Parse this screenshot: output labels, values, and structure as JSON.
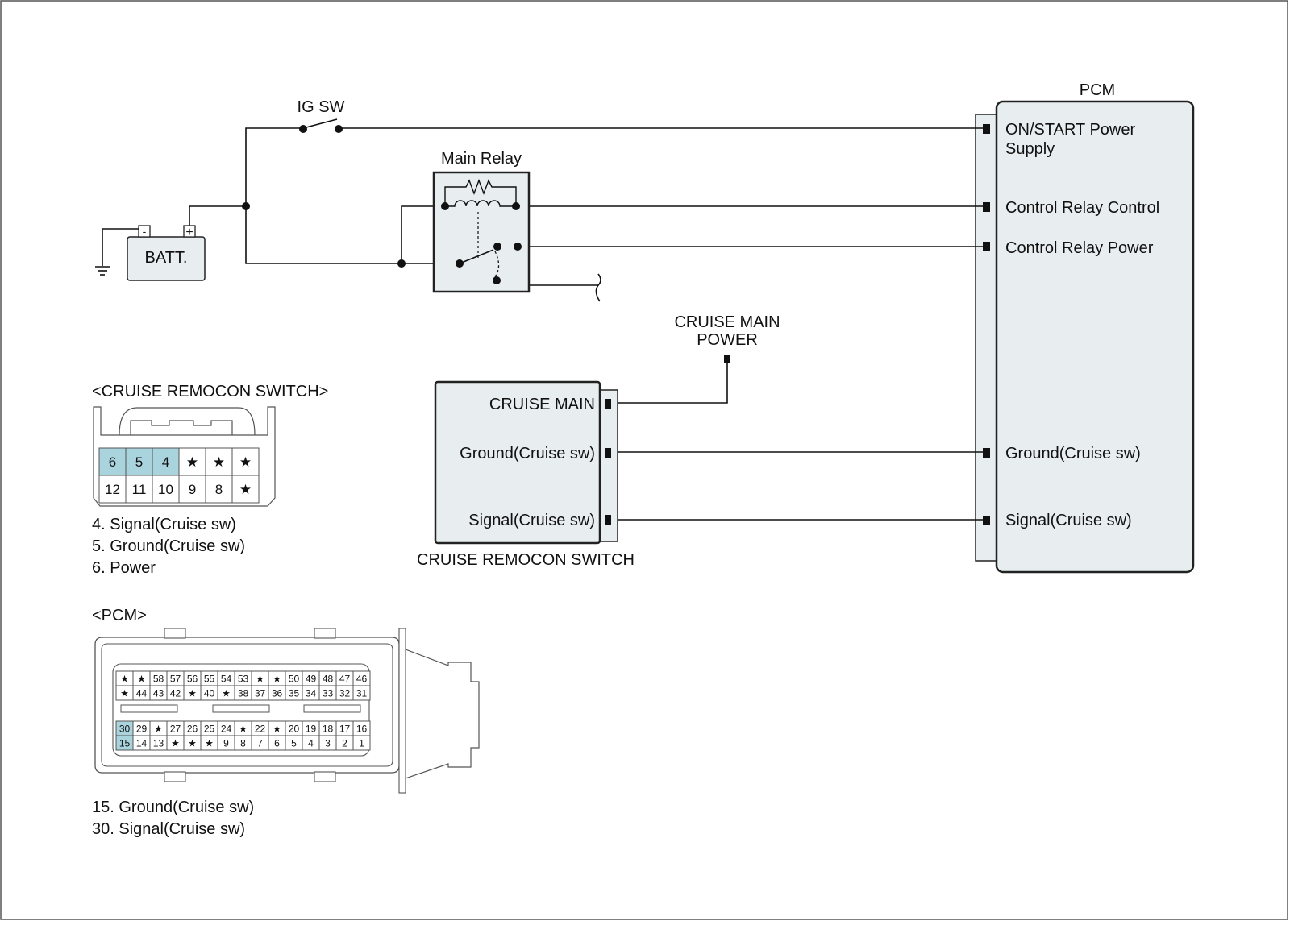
{
  "pcm": {
    "title": "PCM",
    "pins": {
      "on_start": [
        "ON/START Power",
        "Supply"
      ],
      "relay_control": "Control Relay Control",
      "relay_power": "Control Relay Power",
      "ground": "Ground(Cruise sw)",
      "signal": "Signal(Cruise sw)"
    }
  },
  "ig_sw": "IG SW",
  "main_relay": "Main Relay",
  "battery": {
    "label": "BATT.",
    "neg": "-",
    "pos": "+"
  },
  "cruise_main_power": [
    "CRUISE MAIN",
    "POWER"
  ],
  "remocon": {
    "caption": "CRUISE REMOCON SWITCH",
    "pins": {
      "main": "CRUISE MAIN",
      "ground": "Ground(Cruise sw)",
      "signal": "Signal(Cruise sw)"
    }
  },
  "remocon_connector": {
    "title": "<CRUISE REMOCON SWITCH>",
    "rows": [
      [
        "6",
        "5",
        "4",
        "★",
        "★",
        "★"
      ],
      [
        "12",
        "11",
        "10",
        "9",
        "8",
        "★"
      ]
    ],
    "highlighted": [
      "6",
      "5",
      "4"
    ],
    "legend": [
      "4. Signal(Cruise sw)",
      "5. Ground(Cruise sw)",
      "6. Power"
    ]
  },
  "pcm_connector": {
    "title": "<PCM>",
    "rows": [
      [
        "★",
        "★",
        "58",
        "57",
        "56",
        "55",
        "54",
        "53",
        "★",
        "★",
        "50",
        "49",
        "48",
        "47",
        "46"
      ],
      [
        "★",
        "44",
        "43",
        "42",
        "★",
        "40",
        "★",
        "38",
        "37",
        "36",
        "35",
        "34",
        "33",
        "32",
        "31"
      ],
      [
        "30",
        "29",
        "★",
        "27",
        "26",
        "25",
        "24",
        "★",
        "22",
        "★",
        "20",
        "19",
        "18",
        "17",
        "16"
      ],
      [
        "15",
        "14",
        "13",
        "★",
        "★",
        "★",
        "9",
        "8",
        "7",
        "6",
        "5",
        "4",
        "3",
        "2",
        "1"
      ]
    ],
    "highlighted": [
      "30",
      "15"
    ],
    "legend": [
      "15. Ground(Cruise sw)",
      "30. Signal(Cruise sw)"
    ]
  },
  "colors": {
    "highlight": "#a9d3dd",
    "box_fill": "#e8eef0",
    "line": "#111111"
  }
}
